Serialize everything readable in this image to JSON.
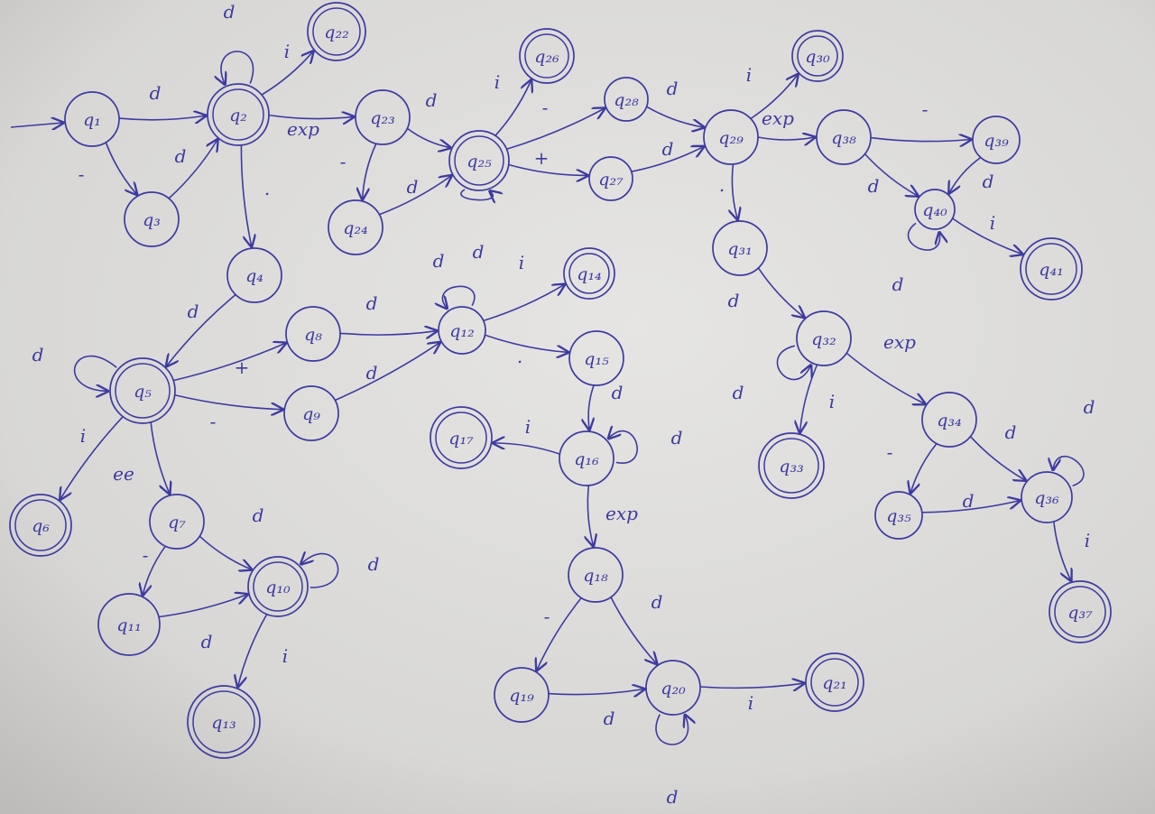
{
  "diagram": {
    "ink_color": "#3d3aa0",
    "paper_color": "#dcdbd9",
    "states": [
      {
        "id": "q1",
        "label": "q1",
        "accepting": false,
        "start": true
      },
      {
        "id": "q2",
        "label": "q2",
        "accepting": true
      },
      {
        "id": "q3",
        "label": "q3",
        "accepting": false
      },
      {
        "id": "q4",
        "label": "q4",
        "accepting": false
      },
      {
        "id": "q5",
        "label": "q5",
        "accepting": true
      },
      {
        "id": "q6",
        "label": "q6",
        "accepting": true
      },
      {
        "id": "q7",
        "label": "q7",
        "accepting": false
      },
      {
        "id": "q8",
        "label": "q8",
        "accepting": false
      },
      {
        "id": "q9",
        "label": "q9",
        "accepting": false
      },
      {
        "id": "q10",
        "label": "q10",
        "accepting": true
      },
      {
        "id": "q11",
        "label": "q11",
        "accepting": false
      },
      {
        "id": "q12",
        "label": "q12",
        "accepting": false
      },
      {
        "id": "q13",
        "label": "q13",
        "accepting": true
      },
      {
        "id": "q14",
        "label": "q14",
        "accepting": true
      },
      {
        "id": "q15",
        "label": "q15",
        "accepting": false
      },
      {
        "id": "q16",
        "label": "q16",
        "accepting": false
      },
      {
        "id": "q17",
        "label": "q17",
        "accepting": true
      },
      {
        "id": "q18",
        "label": "q18",
        "accepting": false
      },
      {
        "id": "q19",
        "label": "q19",
        "accepting": false
      },
      {
        "id": "q20",
        "label": "q20",
        "accepting": false
      },
      {
        "id": "q21",
        "label": "q21",
        "accepting": true
      },
      {
        "id": "q22",
        "label": "q22",
        "accepting": true
      },
      {
        "id": "q23",
        "label": "q23",
        "accepting": false
      },
      {
        "id": "q24",
        "label": "q24",
        "accepting": false
      },
      {
        "id": "q25",
        "label": "q25",
        "accepting": true
      },
      {
        "id": "q26",
        "label": "q26",
        "accepting": true
      },
      {
        "id": "q27",
        "label": "q27",
        "accepting": false
      },
      {
        "id": "q28",
        "label": "q28",
        "accepting": false
      },
      {
        "id": "q29",
        "label": "q29",
        "accepting": false
      },
      {
        "id": "q30",
        "label": "q30",
        "accepting": true
      },
      {
        "id": "q31",
        "label": "q31",
        "accepting": false
      },
      {
        "id": "q32",
        "label": "q32",
        "accepting": false
      },
      {
        "id": "q33",
        "label": "q33",
        "accepting": true
      },
      {
        "id": "q34",
        "label": "q34",
        "accepting": false
      },
      {
        "id": "q35",
        "label": "q35",
        "accepting": false
      },
      {
        "id": "q36",
        "label": "q36",
        "accepting": false
      },
      {
        "id": "q37",
        "label": "q37",
        "accepting": true
      },
      {
        "id": "q38",
        "label": "q38",
        "accepting": false
      },
      {
        "id": "q39",
        "label": "q39",
        "accepting": false
      },
      {
        "id": "q40",
        "label": "q40",
        "accepting": false
      },
      {
        "id": "q41",
        "label": "q41",
        "accepting": true
      }
    ],
    "transitions": [
      {
        "from": "q1",
        "to": "q2",
        "label": "d"
      },
      {
        "from": "q1",
        "to": "q3",
        "label": "-"
      },
      {
        "from": "q3",
        "to": "q2",
        "label": "d"
      },
      {
        "from": "q2",
        "to": "q2",
        "label": "d"
      },
      {
        "from": "q2",
        "to": "q22",
        "label": "i"
      },
      {
        "from": "q2",
        "to": "q23",
        "label": "exp"
      },
      {
        "from": "q2",
        "to": "q4",
        "label": "."
      },
      {
        "from": "q23",
        "to": "q25",
        "label": "d"
      },
      {
        "from": "q23",
        "to": "q24",
        "label": "-"
      },
      {
        "from": "q24",
        "to": "q25",
        "label": "d"
      },
      {
        "from": "q25",
        "to": "q25",
        "label": "d"
      },
      {
        "from": "q25",
        "to": "q26",
        "label": "i"
      },
      {
        "from": "q25",
        "to": "q28",
        "label": "-"
      },
      {
        "from": "q25",
        "to": "q27",
        "label": "+"
      },
      {
        "from": "q28",
        "to": "q29",
        "label": "d"
      },
      {
        "from": "q27",
        "to": "q29",
        "label": "d"
      },
      {
        "from": "q29",
        "to": "q30",
        "label": "i"
      },
      {
        "from": "q29",
        "to": "q38",
        "label": "exp"
      },
      {
        "from": "q29",
        "to": "q31",
        "label": "."
      },
      {
        "from": "q38",
        "to": "q39",
        "label": "-"
      },
      {
        "from": "q38",
        "to": "q40",
        "label": "d"
      },
      {
        "from": "q39",
        "to": "q40",
        "label": "d"
      },
      {
        "from": "q40",
        "to": "q40",
        "label": "d"
      },
      {
        "from": "q40",
        "to": "q41",
        "label": "i"
      },
      {
        "from": "q31",
        "to": "q32",
        "label": "d"
      },
      {
        "from": "q32",
        "to": "q32",
        "label": "d"
      },
      {
        "from": "q32",
        "to": "q33",
        "label": "i"
      },
      {
        "from": "q32",
        "to": "q34",
        "label": "exp"
      },
      {
        "from": "q34",
        "to": "q35",
        "label": "-"
      },
      {
        "from": "q34",
        "to": "q36",
        "label": "d"
      },
      {
        "from": "q35",
        "to": "q36",
        "label": "d"
      },
      {
        "from": "q36",
        "to": "q36",
        "label": "d"
      },
      {
        "from": "q36",
        "to": "q37",
        "label": "i"
      },
      {
        "from": "q4",
        "to": "q5",
        "label": "d"
      },
      {
        "from": "q5",
        "to": "q5",
        "label": "d"
      },
      {
        "from": "q5",
        "to": "q8",
        "label": "+"
      },
      {
        "from": "q5",
        "to": "q9",
        "label": "-"
      },
      {
        "from": "q5",
        "to": "q6",
        "label": "i"
      },
      {
        "from": "q5",
        "to": "q7",
        "label": "ee"
      },
      {
        "from": "q8",
        "to": "q12",
        "label": "d"
      },
      {
        "from": "q9",
        "to": "q12",
        "label": "d"
      },
      {
        "from": "q12",
        "to": "q12",
        "label": "d"
      },
      {
        "from": "q12",
        "to": "q14",
        "label": "i"
      },
      {
        "from": "q12",
        "to": "q15",
        "label": "."
      },
      {
        "from": "q15",
        "to": "q16",
        "label": "d"
      },
      {
        "from": "q16",
        "to": "q16",
        "label": "d"
      },
      {
        "from": "q16",
        "to": "q17",
        "label": "i"
      },
      {
        "from": "q16",
        "to": "q18",
        "label": "exp"
      },
      {
        "from": "q18",
        "to": "q19",
        "label": "-"
      },
      {
        "from": "q18",
        "to": "q20",
        "label": "d"
      },
      {
        "from": "q19",
        "to": "q20",
        "label": "d"
      },
      {
        "from": "q20",
        "to": "q20",
        "label": "d"
      },
      {
        "from": "q20",
        "to": "q21",
        "label": "i"
      },
      {
        "from": "q7",
        "to": "q10",
        "label": "d"
      },
      {
        "from": "q7",
        "to": "q11",
        "label": "-"
      },
      {
        "from": "q11",
        "to": "q10",
        "label": "d"
      },
      {
        "from": "q10",
        "to": "q10",
        "label": "d"
      },
      {
        "from": "q10",
        "to": "q13",
        "label": "i"
      }
    ]
  }
}
